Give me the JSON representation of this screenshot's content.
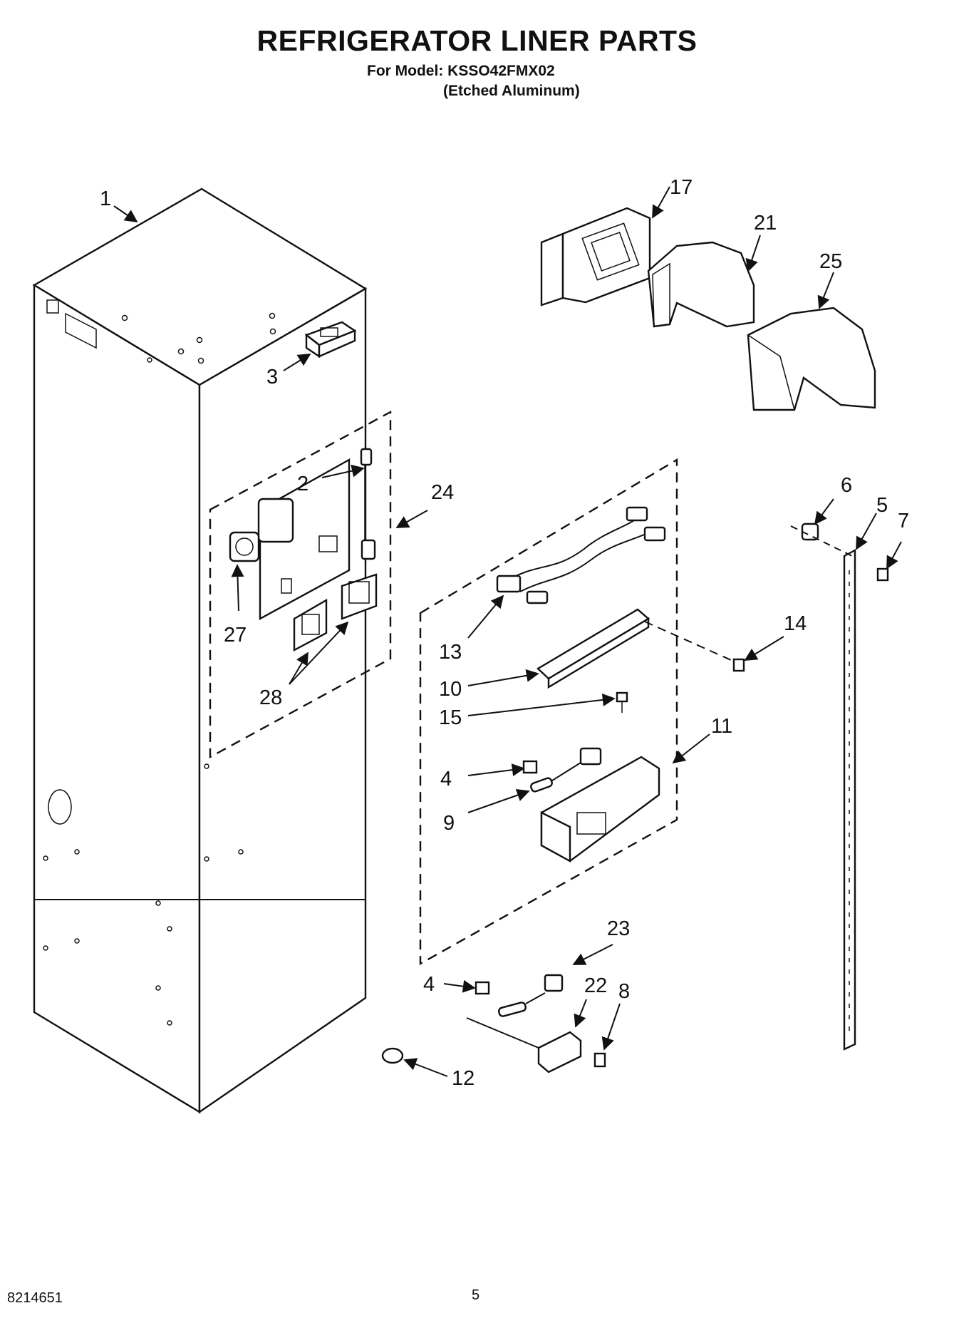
{
  "header": {
    "title": "REFRIGERATOR LINER PARTS",
    "model_line": "For Model: KSSO42FMX02",
    "finish_line": "(Etched Aluminum)"
  },
  "callouts": [
    "1",
    "2",
    "3",
    "4",
    "4",
    "5",
    "6",
    "7",
    "8",
    "9",
    "10",
    "11",
    "12",
    "13",
    "14",
    "15",
    "17",
    "21",
    "22",
    "23",
    "24",
    "25",
    "27",
    "28"
  ],
  "footer": {
    "doc_number": "8214651",
    "page_number": "5"
  }
}
